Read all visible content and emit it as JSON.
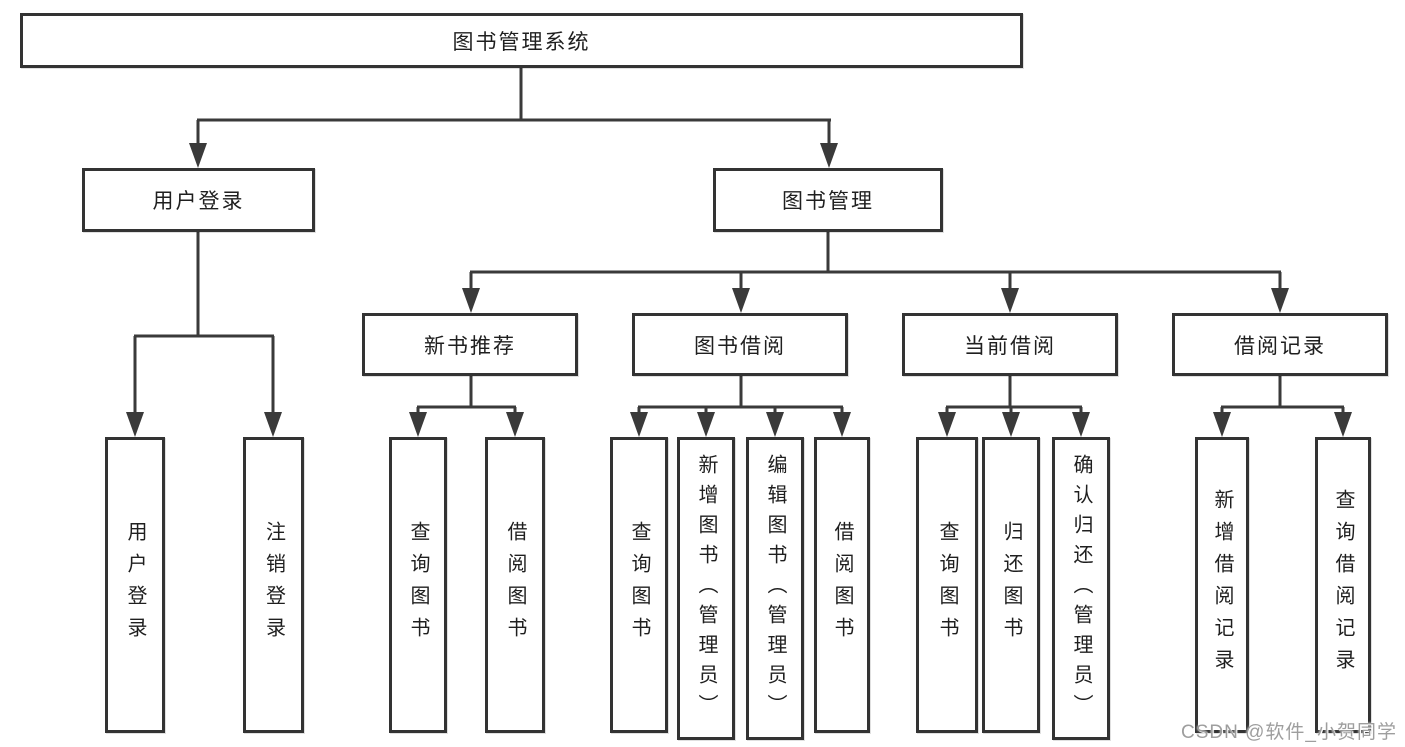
{
  "colors": {
    "line": "#3a3a3a",
    "box_border": "#333333",
    "box_fill": "#ffffff",
    "text": "#1f1f1f",
    "watermark": "#9e9e9e",
    "background": "#ffffff"
  },
  "diagram": {
    "root": {
      "label": "图书管理系统"
    },
    "level2": [
      {
        "label": "用户登录"
      },
      {
        "label": "图书管理"
      }
    ],
    "level3": [
      {
        "label": "新书推荐"
      },
      {
        "label": "图书借阅"
      },
      {
        "label": "当前借阅"
      },
      {
        "label": "借阅记录"
      }
    ],
    "leaves": [
      {
        "label": "用户登录",
        "parent": "用户登录"
      },
      {
        "label": "注销登录",
        "parent": "用户登录"
      },
      {
        "label": "查询图书",
        "parent": "新书推荐"
      },
      {
        "label": "借阅图书",
        "parent": "新书推荐"
      },
      {
        "label": "查询图书",
        "parent": "图书借阅"
      },
      {
        "label": "新增图书（管理员）",
        "parent": "图书借阅"
      },
      {
        "label": "编辑图书（管理员）",
        "parent": "图书借阅"
      },
      {
        "label": "借阅图书",
        "parent": "图书借阅"
      },
      {
        "label": "查询图书",
        "parent": "当前借阅"
      },
      {
        "label": "归还图书",
        "parent": "当前借阅"
      },
      {
        "label": "确认归还（管理员）",
        "parent": "当前借阅"
      },
      {
        "label": "新增借阅记录",
        "parent": "借阅记录"
      },
      {
        "label": "查询借阅记录",
        "parent": "借阅记录"
      }
    ]
  },
  "watermark": {
    "text": "CSDN @软件_小贺同学"
  }
}
